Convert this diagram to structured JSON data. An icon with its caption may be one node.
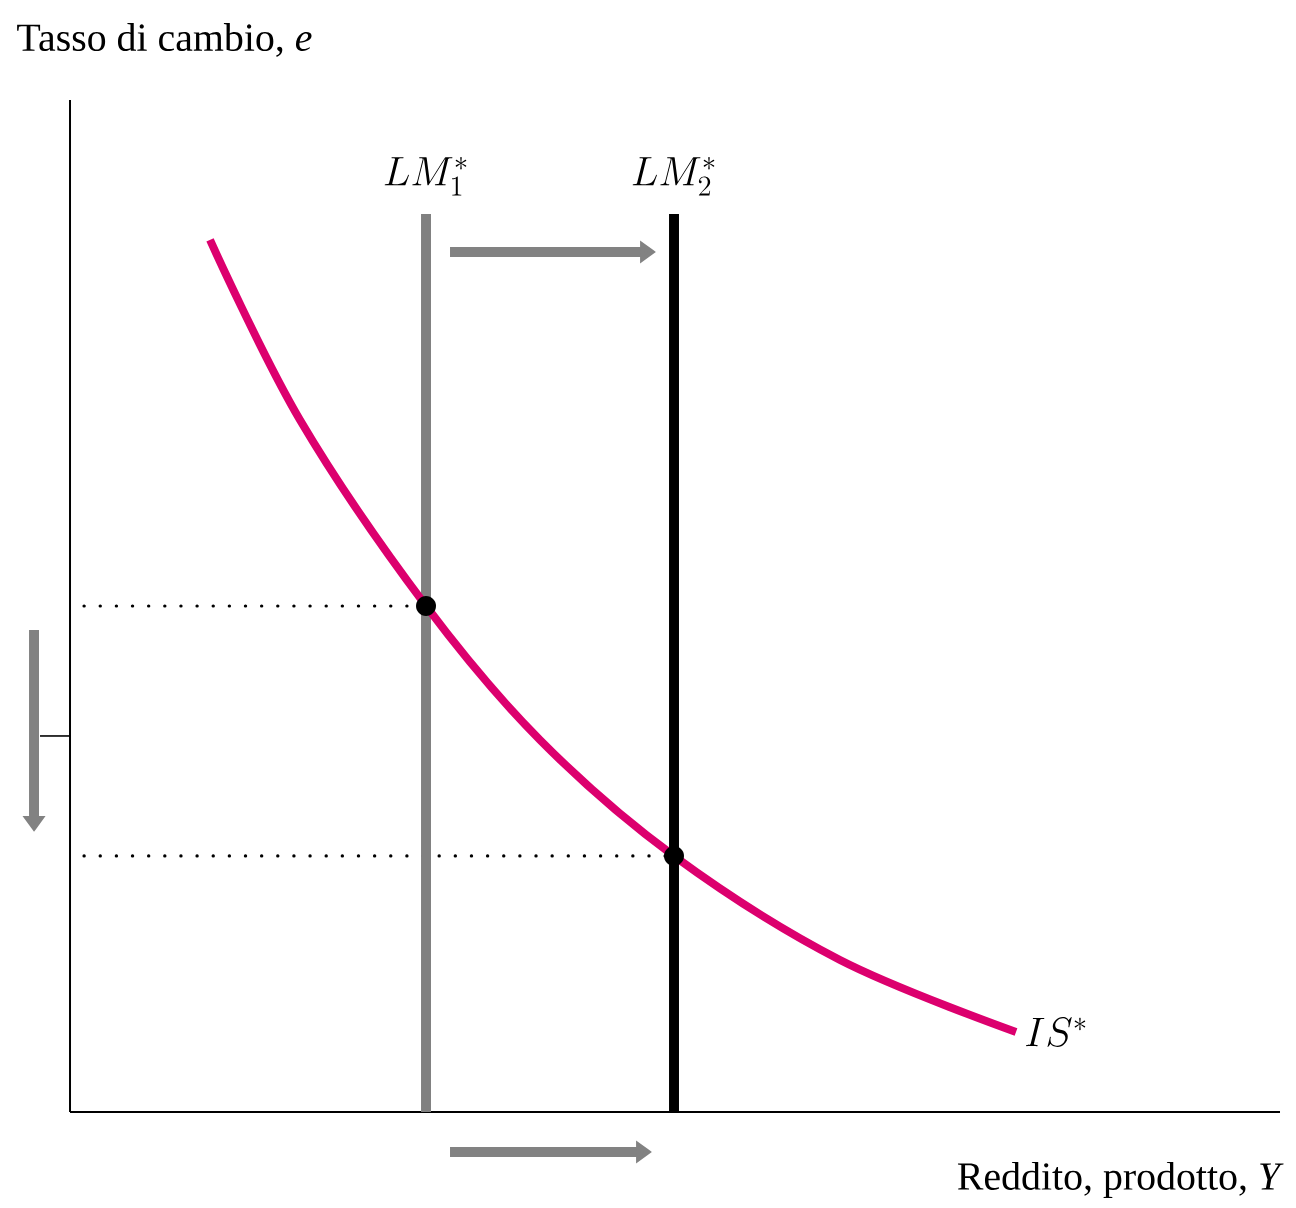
{
  "diagram": {
    "labels": [
      "Tasso di cambio, *e*",
      "LM^{*}_{1}",
      "LM^{*}_{2}",
      "IS^{*}",
      "Reddito, prodotto, *Y*"
    ]
  }
}
